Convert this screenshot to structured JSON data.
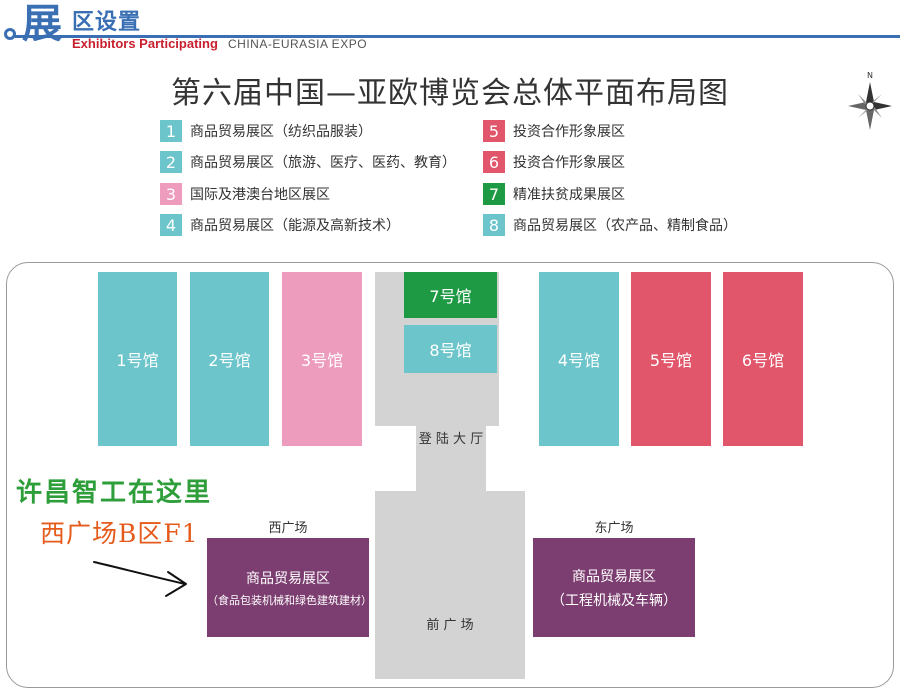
{
  "header": {
    "big_char": "展",
    "cn_title": "区设置",
    "en_title": "Exhibitors Participating",
    "expo_name": "CHINA-EURASIA EXPO"
  },
  "title": "第六届中国—亚欧博览会总体平面布局图",
  "compass": {
    "north": "N"
  },
  "legend": [
    {
      "num": "1",
      "text": "商品贸易展区（纺织品服装）",
      "color": "#6cc5cb"
    },
    {
      "num": "2",
      "text": "商品贸易展区（旅游、医疗、医药、教育）",
      "color": "#6cc5cb"
    },
    {
      "num": "3",
      "text": "国际及港澳台地区展区",
      "color": "#ee9cbe"
    },
    {
      "num": "4",
      "text": "商品贸易展区（能源及高新技术）",
      "color": "#6cc5cb"
    },
    {
      "num": "5",
      "text": "投资合作形象展区",
      "color": "#e2566b"
    },
    {
      "num": "6",
      "text": "投资合作形象展区",
      "color": "#e2566b"
    },
    {
      "num": "7",
      "text": "精准扶贫成果展区",
      "color": "#1f9a44"
    },
    {
      "num": "8",
      "text": "商品贸易展区（农产品、精制食品）",
      "color": "#6cc5cb"
    }
  ],
  "halls": [
    {
      "label": "1号馆",
      "color": "#6cc5cb"
    },
    {
      "label": "2号馆",
      "color": "#6cc5cb"
    },
    {
      "label": "3号馆",
      "color": "#ee9cbe"
    },
    {
      "label": "7号馆",
      "color": "#1f9a44"
    },
    {
      "label": "8号馆",
      "color": "#6cc5cb"
    },
    {
      "label": "4号馆",
      "color": "#6cc5cb"
    },
    {
      "label": "5号馆",
      "color": "#e2566b"
    },
    {
      "label": "6号馆",
      "color": "#e2566b"
    }
  ],
  "areas": {
    "lobby": "登 陆 大 厅",
    "front_plaza": "前 广 场",
    "west_plaza": "西广场",
    "east_plaza": "东广场"
  },
  "zones": {
    "west": {
      "line1": "商品贸易展区",
      "line2": "（食品包装机械和绿色建筑建材）",
      "color": "#7c3d70"
    },
    "east": {
      "line1": "商品贸易展区",
      "line2": "（工程机械及车辆）",
      "color": "#7c3d70"
    }
  },
  "annotation": {
    "line1": "许昌智工在这里",
    "line2": "西广场B区F1"
  }
}
